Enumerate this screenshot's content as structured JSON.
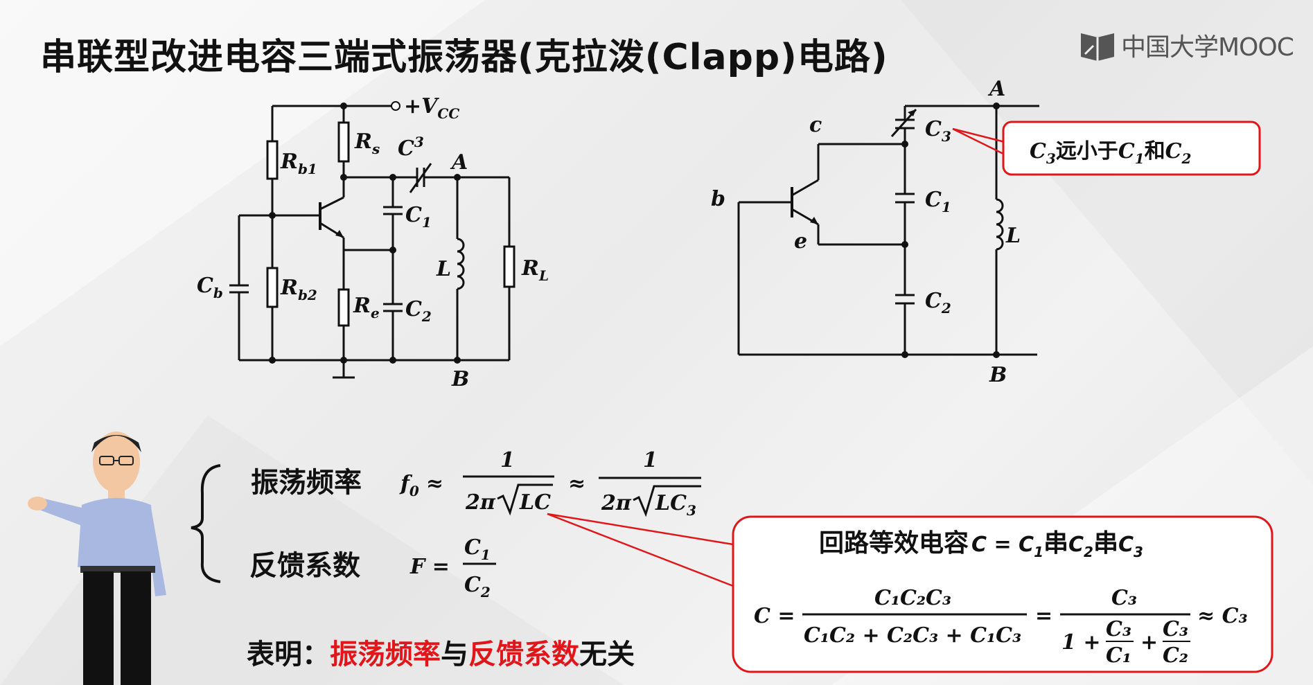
{
  "title": "串联型改进电容三端式振荡器(克拉泼(Clapp)电路)",
  "logo": {
    "text": "中国大学MOOC",
    "icon": "mooc-book-icon"
  },
  "left_circuit": {
    "vcc_label": "+V",
    "vcc_sub": "CC",
    "rb1": {
      "sym": "R",
      "sub": "b1"
    },
    "rs": {
      "sym": "R",
      "sub": "s"
    },
    "c3": {
      "sym": "C",
      "sub": "3"
    },
    "c1": {
      "sym": "C",
      "sub": "1"
    },
    "cb": {
      "sym": "C",
      "sub": "b"
    },
    "rb2": {
      "sym": "R",
      "sub": "b2"
    },
    "re": {
      "sym": "R",
      "sub": "e"
    },
    "c2": {
      "sym": "C",
      "sub": "2"
    },
    "l": "L",
    "rl": {
      "sym": "R",
      "sub": "L"
    },
    "node_a": "A",
    "node_b": "B"
  },
  "right_circuit": {
    "c_term": "c",
    "b_term": "b",
    "e_term": "e",
    "c3": {
      "sym": "C",
      "sub": "3"
    },
    "c1": {
      "sym": "C",
      "sub": "1"
    },
    "c2": {
      "sym": "C",
      "sub": "2"
    },
    "l": "L",
    "node_a": "A",
    "node_b": "B"
  },
  "callout_c3": {
    "c3": "C",
    "c3_sub": "3",
    "text1": "远小于",
    "c1": "C",
    "c1_sub": "1",
    "text2": "和",
    "c2": "C",
    "c2_sub": "2"
  },
  "formulas": {
    "freq_label": "振荡频率",
    "f0": "f",
    "f0_sub": "0",
    "approx": "≈",
    "one": "1",
    "two_pi": "2π",
    "lc": "LC",
    "lc3": "LC",
    "lc3_sub": "3",
    "feedback_label": "反馈系数",
    "F": "F =",
    "fb_num": "C",
    "fb_num_sub": "1",
    "fb_den": "C",
    "fb_den_sub": "2"
  },
  "conclusion": {
    "prefix": "表明：",
    "red1": "振荡频率",
    "mid": "与",
    "red2": "反馈系数",
    "suffix": "无关"
  },
  "callout_eq": {
    "line1_text": "回路等效电容",
    "line1_eq": "C = C",
    "line1_series": "串",
    "eq_C": "C =",
    "num1": "C₁C₂C₃",
    "den1": "C₁C₂ + C₂C₃ + C₁C₃",
    "equals": "=",
    "num2": "C₃",
    "den2_prefix": "1 +",
    "frac_a_num": "C₃",
    "frac_a_den": "C₁",
    "plus": "+",
    "frac_b_num": "C₃",
    "frac_b_den": "C₂",
    "approx_c3": "≈ C₃"
  },
  "colors": {
    "accent_red": "#e0171a",
    "text": "#111111",
    "callout_border": "#e0171a"
  }
}
